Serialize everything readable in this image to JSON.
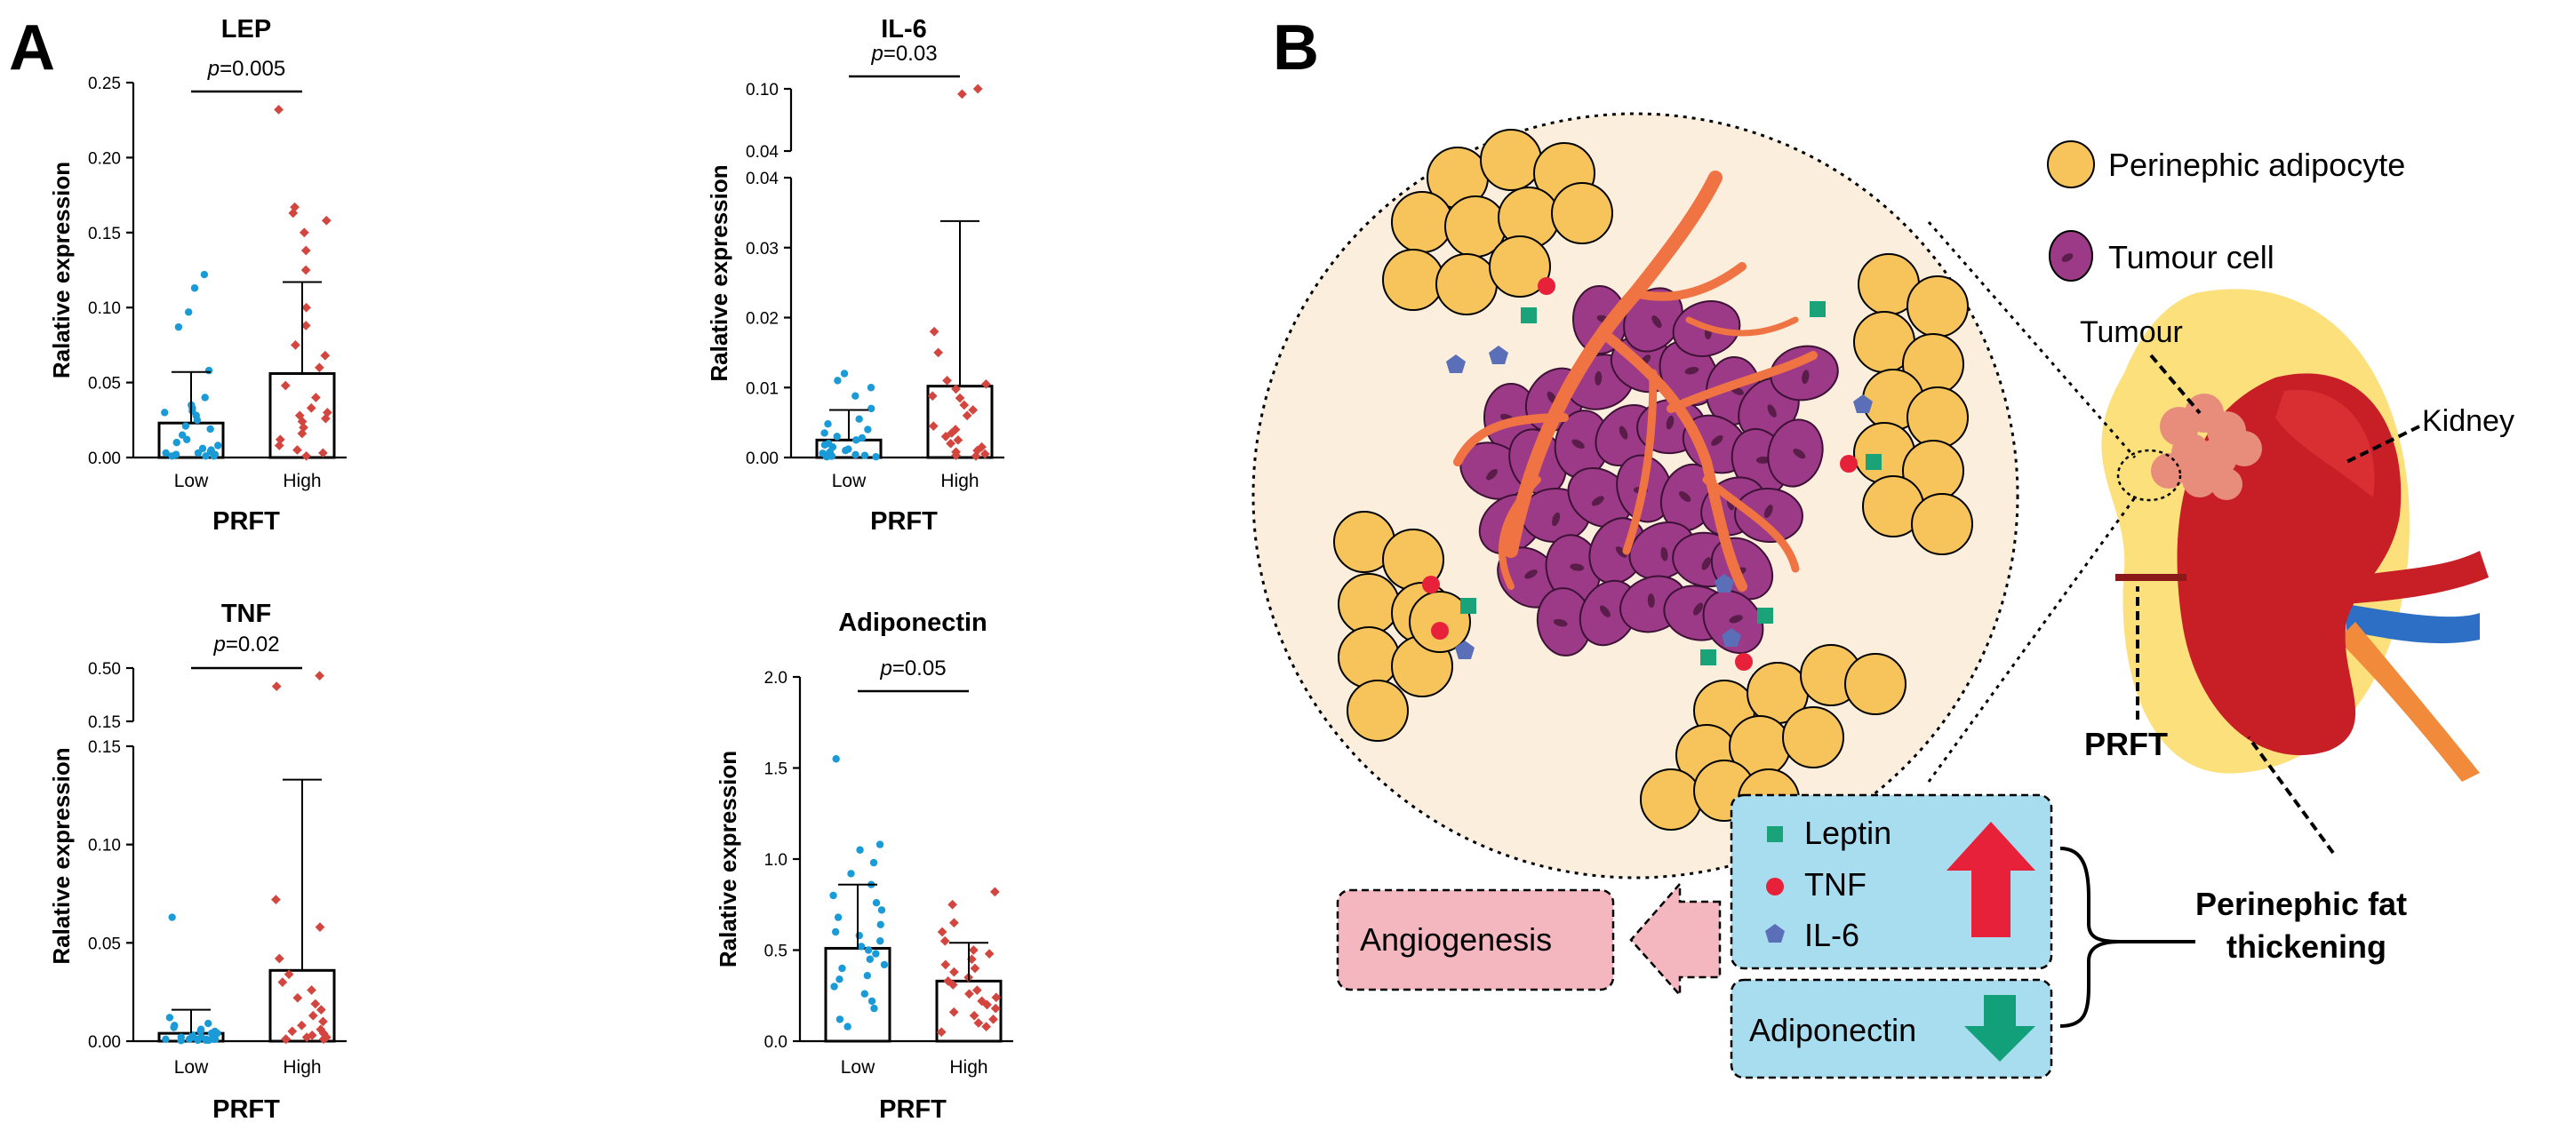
{
  "panel_a_label": "A",
  "panel_b_label": "B",
  "chart_data": [
    {
      "type": "bar",
      "title": "LEP",
      "ylabel": "Ralative expression",
      "xlabel": "PRFT",
      "categories": [
        "Low",
        "High"
      ],
      "yticks": [
        "0.00",
        "0.05",
        "0.10",
        "0.15",
        "0.20",
        "0.25"
      ],
      "ylim": [
        0,
        0.25
      ],
      "p_value": "p=0.005",
      "bars": [
        0.023,
        0.056
      ],
      "sd_upper": [
        0.057,
        0.117
      ],
      "colors": [
        "#1a9ad6",
        "#d2463f"
      ],
      "points": [
        [
          0.122,
          0.113,
          0.097,
          0.087,
          0.058,
          0.04,
          0.035,
          0.033,
          0.031,
          0.03,
          0.028,
          0.025,
          0.021,
          0.019,
          0.015,
          0.012,
          0.01,
          0.008,
          0.006,
          0.005,
          0.004,
          0.003,
          0.003,
          0.002,
          0.002,
          0.001,
          0.001,
          0.001
        ],
        [
          0.232,
          0.167,
          0.163,
          0.158,
          0.15,
          0.138,
          0.125,
          0.1,
          0.088,
          0.075,
          0.068,
          0.06,
          0.048,
          0.04,
          0.033,
          0.03,
          0.028,
          0.026,
          0.024,
          0.02,
          0.016,
          0.012,
          0.008,
          0.005,
          0.003,
          0.001
        ]
      ]
    },
    {
      "type": "bar",
      "title": "IL-6",
      "ylabel": "Ralative expression",
      "xlabel": "PRFT",
      "categories": [
        "Low",
        "High"
      ],
      "yticks": [
        "0.00",
        "0.01",
        "0.02",
        "0.03",
        "0.04",
        "0.04",
        "0.10"
      ],
      "ylim_lower": [
        0,
        0.04
      ],
      "ylim_upper": [
        0.04,
        0.1
      ],
      "p_value": "p=0.03",
      "bars": [
        0.0025,
        0.0102
      ],
      "sd_upper": [
        0.0068,
        0.0338
      ],
      "colors": [
        "#1a9ad6",
        "#d2463f"
      ],
      "points": [
        [
          0.012,
          0.011,
          0.01,
          0.0088,
          0.007,
          0.0055,
          0.0048,
          0.004,
          0.0035,
          0.003,
          0.0028,
          0.0025,
          0.002,
          0.0018,
          0.0015,
          0.0012,
          0.001,
          0.0008,
          0.0006,
          0.0005,
          0.0004,
          0.0003,
          0.0002,
          0.0002,
          0.0001,
          0.0001
        ],
        [
          0.1,
          0.095,
          0.018,
          0.015,
          0.011,
          0.0105,
          0.0098,
          0.0088,
          0.0085,
          0.0075,
          0.0068,
          0.006,
          0.0045,
          0.004,
          0.0035,
          0.003,
          0.0025,
          0.002,
          0.0015,
          0.001,
          0.0008,
          0.0005,
          0.0003,
          0.0002
        ]
      ]
    },
    {
      "type": "bar",
      "title": "TNF",
      "ylabel": "Ralative expression",
      "xlabel": "PRFT",
      "categories": [
        "Low",
        "High"
      ],
      "yticks": [
        "0.00",
        "0.05",
        "0.10",
        "0.15",
        "0.15",
        "0.50"
      ],
      "ylim_lower": [
        0,
        0.15
      ],
      "ylim_upper": [
        0.15,
        0.5
      ],
      "p_value": "p=0.02",
      "bars": [
        0.004,
        0.036
      ],
      "sd_upper": [
        0.016,
        0.133
      ],
      "colors": [
        "#1a9ad6",
        "#d2463f"
      ],
      "points": [
        [
          0.063,
          0.012,
          0.009,
          0.008,
          0.007,
          0.006,
          0.005,
          0.005,
          0.004,
          0.004,
          0.003,
          0.003,
          0.003,
          0.002,
          0.002,
          0.002,
          0.001,
          0.001,
          0.001,
          0.001,
          0.001,
          0.001,
          0.0005,
          0.0005,
          0.0005,
          0.0003
        ],
        [
          0.45,
          0.38,
          0.072,
          0.058,
          0.042,
          0.034,
          0.03,
          0.026,
          0.022,
          0.019,
          0.016,
          0.013,
          0.01,
          0.008,
          0.006,
          0.005,
          0.004,
          0.003,
          0.002,
          0.002,
          0.001,
          0.001,
          0.001
        ]
      ]
    },
    {
      "type": "bar",
      "title": "Adiponectin",
      "ylabel": "Ralative expression",
      "xlabel": "PRFT",
      "categories": [
        "Low",
        "High"
      ],
      "yticks": [
        "0.0",
        "0.5",
        "1.0",
        "1.5",
        "2.0"
      ],
      "ylim": [
        0,
        2.0
      ],
      "p_value": "p=0.05",
      "bars": [
        0.51,
        0.33
      ],
      "sd_upper": [
        0.86,
        0.54
      ],
      "colors": [
        "#1a9ad6",
        "#d2463f"
      ],
      "points": [
        [
          1.55,
          1.08,
          1.05,
          0.98,
          0.92,
          0.86,
          0.8,
          0.76,
          0.72,
          0.68,
          0.64,
          0.6,
          0.58,
          0.55,
          0.52,
          0.5,
          0.48,
          0.45,
          0.42,
          0.4,
          0.36,
          0.34,
          0.3,
          0.26,
          0.22,
          0.18,
          0.12,
          0.08
        ],
        [
          0.82,
          0.75,
          0.65,
          0.6,
          0.55,
          0.5,
          0.48,
          0.45,
          0.42,
          0.4,
          0.38,
          0.35,
          0.33,
          0.31,
          0.28,
          0.26,
          0.24,
          0.22,
          0.2,
          0.18,
          0.16,
          0.14,
          0.12,
          0.1,
          0.08,
          0.05
        ]
      ]
    }
  ],
  "diagram": {
    "legend_adipocyte": "Perinephic adipocyte",
    "legend_tumour_cell": "Tumour cell",
    "tumour_label": "Tumour",
    "kidney_label": "Kidney",
    "prft_label": "PRFT",
    "fat_label_line1": "Perinephic fat",
    "fat_label_line2": "thickening",
    "leptin": "Leptin",
    "tnf": "TNF",
    "il6": "IL-6",
    "adiponectin": "Adiponectin",
    "angiogenesis": "Angiogenesis",
    "colors": {
      "adipocyte": "#f7c45c",
      "tumour_cell": "#9c3a87",
      "vessel": "#f07344",
      "leptin": "#1aa278",
      "tnf": "#e8213a",
      "il6": "#5a6fb8",
      "box_blue": "#a8dcef",
      "box_pink": "#f4b6bf",
      "arrow_up": "#e8213a",
      "arrow_down": "#11a07a",
      "kidney": "#c81e26",
      "fat": "#fbe07c",
      "circle_bg": "#fbeedd"
    }
  }
}
